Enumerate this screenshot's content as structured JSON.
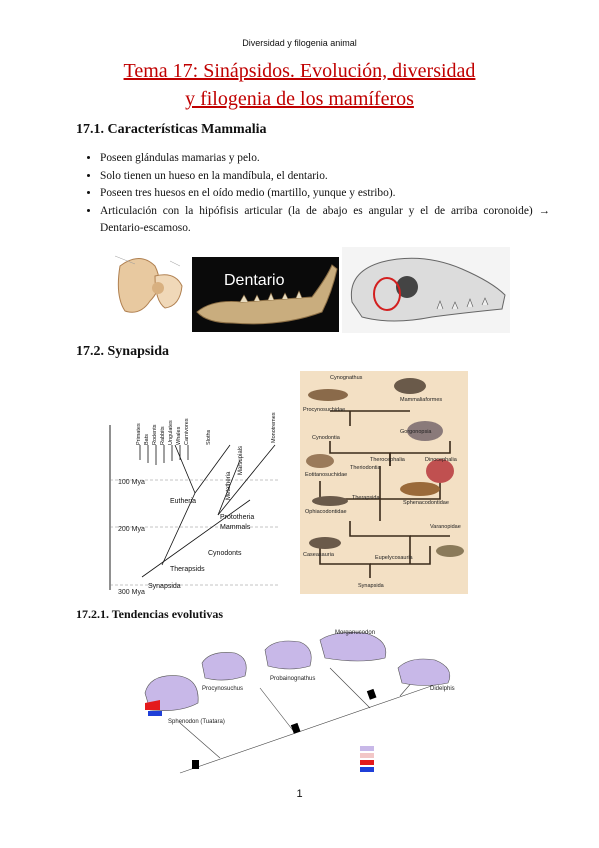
{
  "header": "Diversidad y filogenia animal",
  "title": {
    "line1": "Tema 17: Sinápsidos. Evolución, diversidad",
    "line2": "y filogenia de los mamíferos"
  },
  "section1": {
    "heading": "17.1. Características Mammalia",
    "bullets": [
      "Poseen glándulas mamarias y pelo.",
      "Solo tienen un hueso en la mandíbula, el dentario.",
      "Poseen tres huesos en el oído medio (martillo, yunque y estribo).",
      "Articulación con la hipófisis articular  (la de abajo es angular y el de arriba coronoide) → Dentario-escamoso."
    ],
    "jaw_photo_label": "Dentario"
  },
  "section2": {
    "heading": "17.2. Synapsida",
    "tree": {
      "time_labels": [
        "100 Mya",
        "200 Mya",
        "300 Mya"
      ],
      "clades": [
        "Eutheria",
        "Metatheria",
        "Marsupials",
        "Monotremes",
        "Prototheria",
        "Mammals",
        "Cynodonts",
        "Therapsids",
        "Synapsida"
      ],
      "taxa": [
        "Primates",
        "Bats",
        "Rodents",
        "Rabbits",
        "Ungulates",
        "Whales",
        "Carnivores",
        "Sloths",
        "Monotremes"
      ]
    },
    "cladogram": {
      "taxa": [
        "Cynognathus",
        "Mammaliaformes",
        "Procynosuchidae",
        "Cynodontia",
        "Gorgonopsia",
        "Therocephalia",
        "Theriodontia",
        "Eotitanosuchidae",
        "Dinocephalia",
        "Therapsida",
        "Sphenacodontidae",
        "Ophiacodontidae",
        "Varanopidae",
        "Caseasauria",
        "Eupelycosauria",
        "Synapsida"
      ]
    }
  },
  "section3": {
    "heading": "17.2.1. Tendencias evolutivas",
    "skulls": [
      "Procynosuchus",
      "Probainognathus",
      "Morganucodon",
      "Sphenodon (Tuatara)",
      "Didelphis"
    ],
    "legend_colors": [
      "#c8b8e8",
      "#f2c7c7",
      "#e41a1c",
      "#1f3fd8"
    ]
  },
  "page_number": "1"
}
